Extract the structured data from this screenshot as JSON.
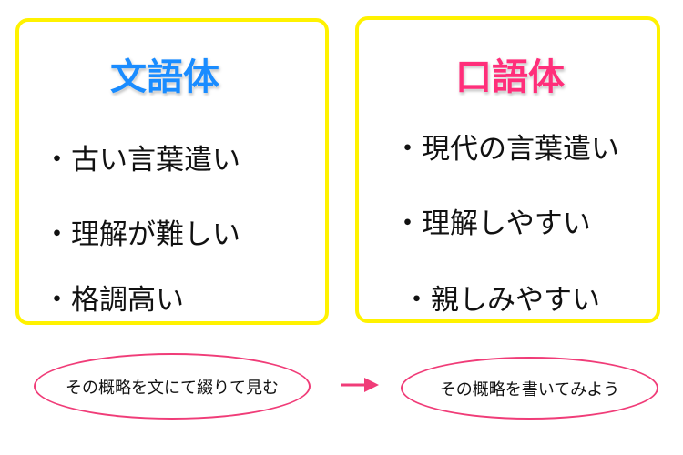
{
  "left_box": {
    "title": "文語体",
    "items": [
      "・古い言葉遣い",
      "・理解が難しい",
      "・格調高い"
    ]
  },
  "right_box": {
    "title": "口語体",
    "items": [
      "・現代の言葉遣い",
      "・理解しやすい",
      "・親しみやすい"
    ]
  },
  "bottom": {
    "from": "その概略を文にて綴りて見む",
    "to": "その概略を書いてみよう"
  },
  "colors": {
    "border": "#fff200",
    "literary": "#1a8cff",
    "colloquial": "#ff2e7a",
    "accent": "#f03c78"
  }
}
